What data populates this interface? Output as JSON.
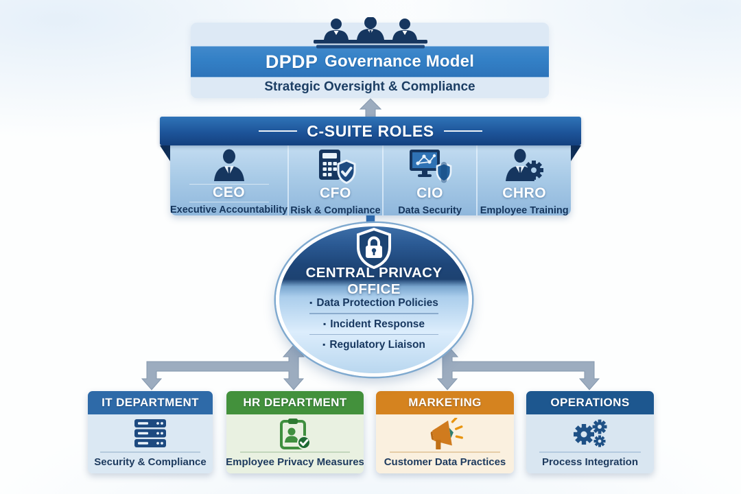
{
  "theme": {
    "band_blue": "#3380c6",
    "ribbon_dark_blue": "#1d5499",
    "navy_text": "#1c3e64",
    "panel_light_blue": "#a9cbe7",
    "connector_gray": "#9cacbf",
    "oval_dark_blue": "#1d4271",
    "white": "#ffffff"
  },
  "top_box": {
    "title_strong": "DPDP",
    "title_rest": "Governance Model",
    "subtitle": "Strategic Oversight & Compliance",
    "icon": "board-people-icon"
  },
  "c_suite": {
    "header": "C-SUITE ROLES",
    "roles": [
      {
        "abbr": "CEO",
        "label": "Executive Accountability",
        "icon": "executive-person-icon"
      },
      {
        "abbr": "CFO",
        "label": "Risk & Compliance",
        "icon": "calculator-shield-icon"
      },
      {
        "abbr": "CIO",
        "label": "Data Security",
        "icon": "monitor-network-shield-icon"
      },
      {
        "abbr": "CHRO",
        "label": "Employee Training",
        "icon": "person-gear-icon"
      }
    ]
  },
  "central_office": {
    "title": "CENTRAL PRIVACY OFFICE",
    "icon": "shield-lock-icon",
    "bullet": "▪",
    "items": [
      "Data Protection Policies",
      "Incident Response",
      "Regulatory Liaison"
    ]
  },
  "departments": [
    {
      "name": "IT DEPARTMENT",
      "label": "Security & Compliance",
      "icon": "server-stack-icon",
      "header_color": "#2e6aa8",
      "body_color": "#dbe8f3",
      "divider_color": "#b4c9dc"
    },
    {
      "name": "HR DEPARTMENT",
      "label": "Employee Privacy Measures",
      "icon": "clipboard-person-icon",
      "header_color": "#43913c",
      "body_color": "#e9f1e1",
      "divider_color": "#c2d6bc"
    },
    {
      "name": "MARKETING",
      "label": "Customer Data Practices",
      "icon": "megaphone-icon",
      "header_color": "#d5831f",
      "body_color": "#faf0df",
      "divider_color": "#e6cda6"
    },
    {
      "name": "OPERATIONS",
      "label": "Process Integration",
      "icon": "gears-icon",
      "header_color": "#1d578f",
      "body_color": "#d9e6f1",
      "divider_color": "#b4cadf"
    }
  ]
}
